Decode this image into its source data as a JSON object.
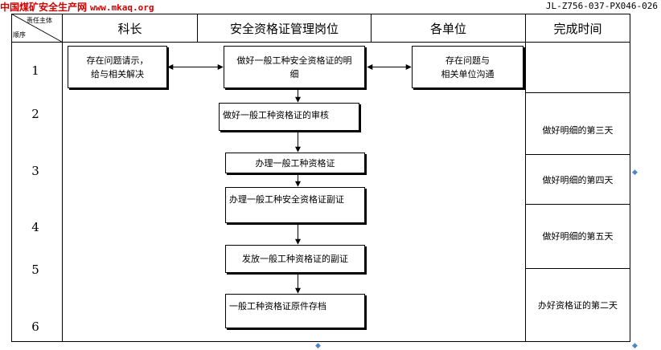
{
  "header_strip": {
    "site_name": "中国煤矿安全生产网",
    "site_url": "www.mkaq.org",
    "doc_code": "JL-Z756-037-PX046-026"
  },
  "table": {
    "corner_top": "责任主体",
    "corner_bottom": "顺序",
    "columns": [
      "科长",
      "安全资格证管理岗位",
      "各单位",
      "完成时间"
    ],
    "row_numbers": [
      "1",
      "2",
      "3",
      "4",
      "5",
      "6"
    ]
  },
  "flow": {
    "left_box": "存在问题请示，\n给与相关解决",
    "step1": "做好一般工种安全资格证的明\n细",
    "right_box": "存在问题与\n相关单位沟通",
    "step2": "做好一般工种资格证的审核",
    "step3": "办理一般工种资格证",
    "step4": "办理一般工种安全资格证副证",
    "step5": "发放一般工种资格证的副证",
    "step6": "一般工种资格证原件存档"
  },
  "completion_times": [
    "做好明细的第三天",
    "做好明细的第四天",
    "做好明细的第五天",
    "办好资格证的第二天"
  ]
}
